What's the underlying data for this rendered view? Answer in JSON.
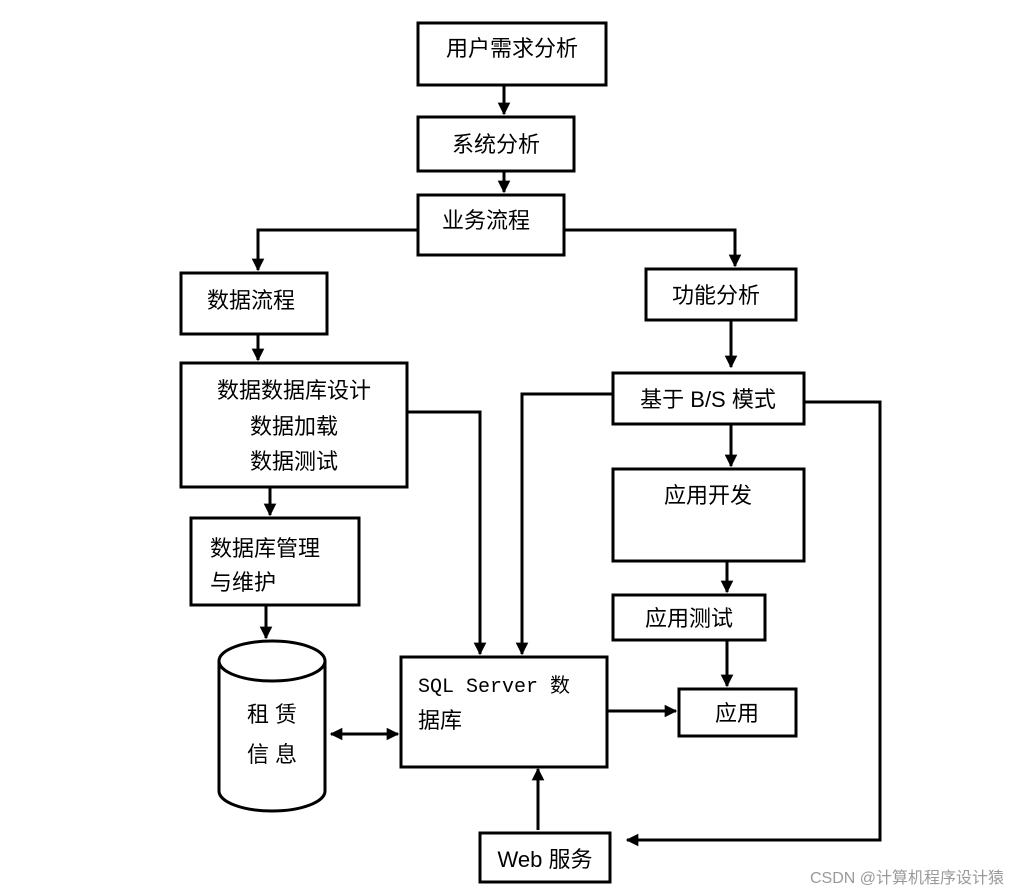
{
  "nodes": {
    "requirements_analysis": "用户需求分析",
    "system_analysis": "系统分析",
    "business_process": "业务流程",
    "data_process": "数据流程",
    "db_design": [
      "数据数据库设计",
      "数据加载",
      "数据测试"
    ],
    "db_management": [
      "数据库管理",
      "与维护"
    ],
    "rental_info": [
      "租 赁",
      "信 息"
    ],
    "function_analysis": "功能分析",
    "bs_mode": "基于 B/S 模式",
    "app_development": "应用开发",
    "app_testing": "应用测试",
    "sql_server_db": [
      "SQL  Server 数",
      "据库"
    ],
    "application": "应用",
    "web_service": "Web 服务"
  },
  "watermark": "CSDN @计算机程序设计猿",
  "colors": {
    "stroke": "#000000",
    "background": "#ffffff",
    "watermark": "#9a9a9a"
  }
}
